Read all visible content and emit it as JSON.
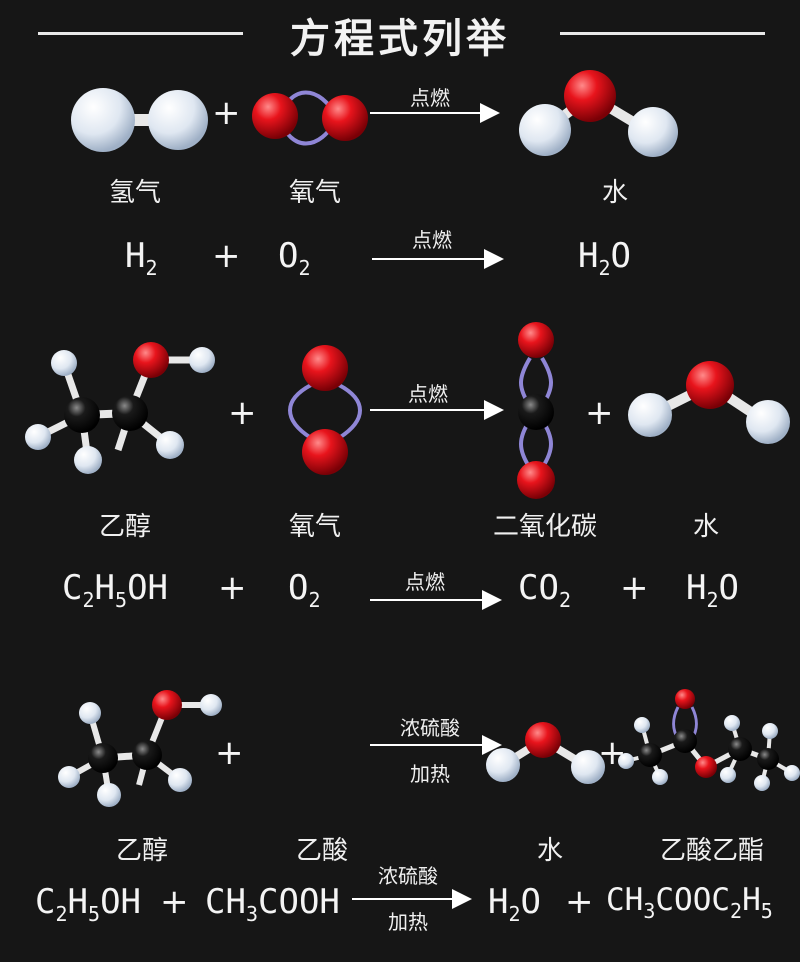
{
  "title": "方程式列举",
  "conditions": {
    "ignite": "点燃",
    "catalyst": "浓硫酸",
    "heat": "加热"
  },
  "operators": {
    "plus": "+"
  },
  "reaction1": {
    "labels": [
      "氢气",
      "氧气",
      "水"
    ],
    "formula": {
      "r1": {
        "a": "H",
        "s": "2"
      },
      "r2": {
        "a": "O",
        "s": "2"
      },
      "p1": {
        "a": "H",
        "s": "2",
        "b": "O"
      }
    }
  },
  "reaction2": {
    "labels": [
      "乙醇",
      "氧气",
      "二氧化碳",
      "水"
    ],
    "formula": {
      "r1": {
        "a": "C",
        "s1": "2",
        "b": "H",
        "s2": "5",
        "c": "OH"
      },
      "r2": {
        "a": "O",
        "s": "2"
      },
      "p1": {
        "a": "CO",
        "s": "2"
      },
      "p2": {
        "a": "H",
        "s": "2",
        "b": "O"
      }
    }
  },
  "reaction3": {
    "labels": [
      "乙醇",
      "乙酸",
      "水",
      "乙酸乙酯"
    ],
    "formula": {
      "r1": {
        "a": "C",
        "s1": "2",
        "b": "H",
        "s2": "5",
        "c": "OH"
      },
      "r2": {
        "a": "CH",
        "s": "3",
        "b": "COOH"
      },
      "p1": {
        "a": "H",
        "s": "2",
        "b": "O"
      },
      "p2": {
        "a": "CH",
        "s1": "3",
        "b": "COOC",
        "s2": "2",
        "c": "H",
        "s3": "5"
      }
    }
  },
  "colors": {
    "hydrogen": "#e6eef7",
    "oxygen": "#e0141c",
    "carbon": "#101010",
    "bond_single": "#e8e8e8",
    "bond_double": "#8f86d6"
  }
}
